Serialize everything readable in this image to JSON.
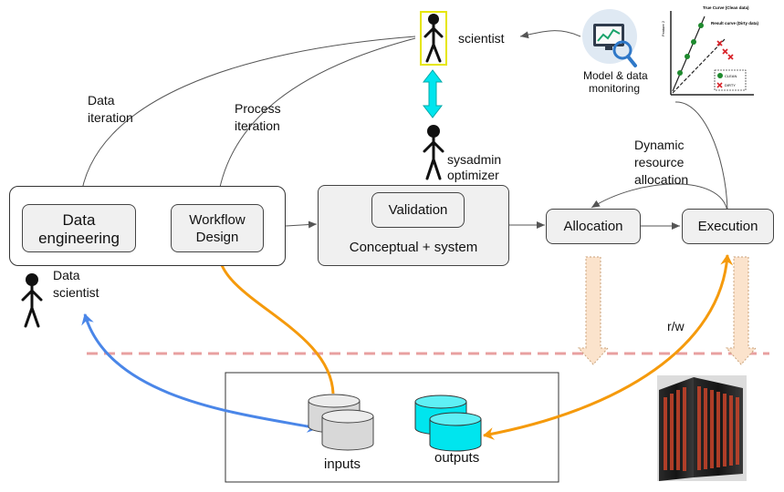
{
  "labels": {
    "scientist": "scientist",
    "data_iteration": [
      "Data",
      "iteration"
    ],
    "process_iteration": [
      "Process",
      "iteration"
    ],
    "sysadmin": [
      "sysadmin",
      "optimizer"
    ],
    "dynamic_resource": [
      "Dynamic",
      "resource",
      "allocation"
    ],
    "data_scientist": [
      "Data",
      "scientist"
    ],
    "rw": "r/w",
    "inputs": "inputs",
    "outputs": "outputs",
    "model_monitoring": [
      "Model & data",
      "monitoring"
    ]
  },
  "boxes": {
    "data_engineering": [
      "Data",
      "engineering"
    ],
    "workflow_design": [
      "Workflow",
      "Design"
    ],
    "validation": "Validation",
    "conceptual": "Conceptual + system",
    "allocation": "Allocation",
    "execution": "Execution"
  },
  "mini_chart": {
    "y_axis": "Feature 2",
    "true_curve": "True Curve (Clean data)",
    "result_curve": "Result curve (Dirty data)",
    "legend_clean": "CLEAN",
    "legend_dirty": "DIRTY"
  },
  "colors": {
    "orange": "#f59a0c",
    "blue": "#4a86e8",
    "cyan": "#00e5ee",
    "dashed_line": "#e8a0a0",
    "box_fill": "#f0f0f0"
  }
}
